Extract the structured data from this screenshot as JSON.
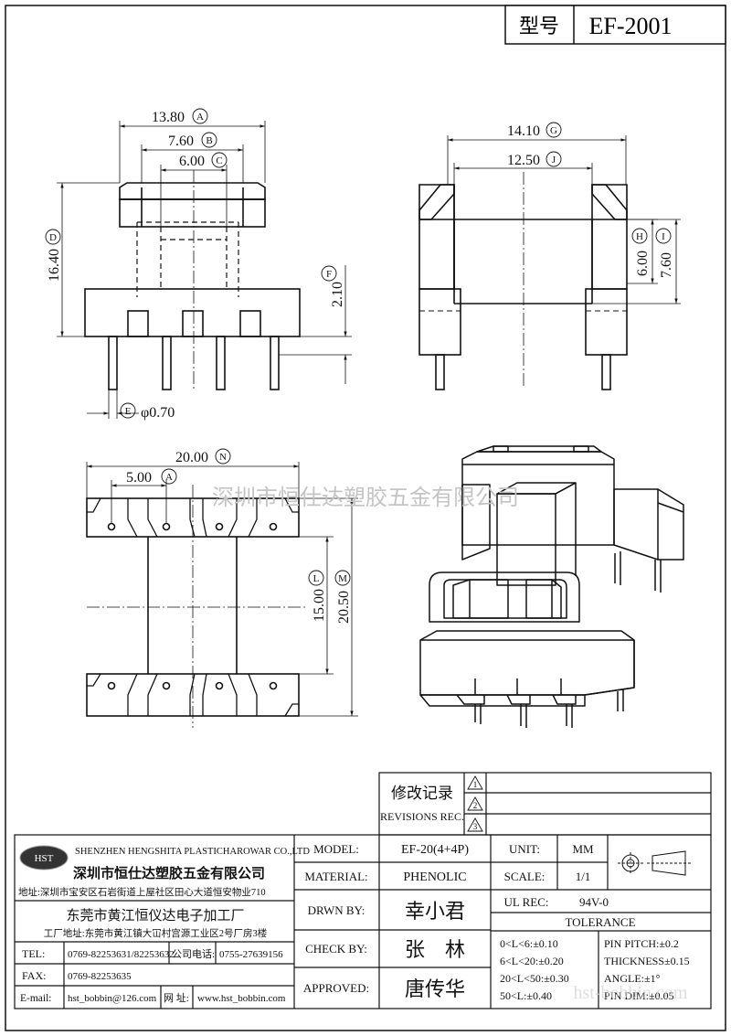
{
  "header": {
    "label": "型号",
    "part_number": "EF-2001"
  },
  "watermark": "深圳市恒仕达塑胶五金有限公司",
  "watermark_bottom": "hst-bobbin.com",
  "front_view": {
    "dim_a": "13.80",
    "tag_a": "A",
    "dim_b": "7.60",
    "tag_b": "B",
    "dim_c": "6.00",
    "tag_c": "C",
    "dim_d": "16.40",
    "tag_d": "D",
    "dim_f": "2.10",
    "tag_f": "F",
    "dim_e": "φ0.70",
    "tag_e": "E"
  },
  "side_view": {
    "dim_g": "14.10",
    "tag_g": "G",
    "dim_j": "12.50",
    "tag_j": "J",
    "dim_h": "6.00",
    "tag_h": "H",
    "dim_i": "7.60",
    "tag_i": "I"
  },
  "top_view": {
    "dim_n": "20.00",
    "tag_n": "N",
    "dim_a2": "5.00",
    "tag_a2": "A",
    "dim_l": "15.00",
    "tag_l": "L",
    "dim_m": "20.50",
    "tag_m": "M"
  },
  "revisions": {
    "title_cn": "修改记录",
    "title_en": "REVISIONS REC.",
    "marks": [
      "1",
      "2",
      "3"
    ]
  },
  "company": {
    "logo": "HST",
    "name_en": "SHENZHEN HENGSHITA PLASTICHAROWAR CO.,LTD",
    "name_cn": "深圳市恒仕达塑胶五金有限公司",
    "address": "地址:深圳市宝安区石岩街道上屋社区田心大道恒安物业710",
    "factory_name": "东莞市黄江恒仪达电子加工厂",
    "factory_address": "工厂地址:东莞市黄江镇大冚村宫源工业区2号厂房3楼",
    "tel_label": "TEL:",
    "tel": "0769-82253631/82253632",
    "co_tel_label": "公司电话:",
    "co_tel": "0755-27639156",
    "fax_label": "FAX:",
    "fax": "0769-82253635",
    "email_label": "E-mail:",
    "email": "hst_bobbin@126.com",
    "web_label": "网 址:",
    "web": "www.hst_bobbin.com"
  },
  "spec": {
    "model_label": "MODEL:",
    "model": "EF-20(4+4P)",
    "material_label": "MATERIAL:",
    "material": "PHENOLIC",
    "drawn_label": "DRWN BY:",
    "drawn": "幸小君",
    "check_label": "CHECK BY:",
    "check": "张　林",
    "approved_label": "APPROVED:",
    "approved": "唐传华",
    "unit_label": "UNIT:",
    "unit": "MM",
    "scale_label": "SCALE:",
    "scale": "1/1",
    "ul_label": "UL REC:",
    "ul": "94V-0",
    "tolerance_label": "TOLERANCE",
    "tol": [
      "0<L<6:±0.10",
      "6<L<20:±0.20",
      "20<L<50:±0.30",
      "50<L:±0.40"
    ],
    "tol_right": [
      "PIN PITCH:±0.2",
      "THICKNESS±0.15",
      "ANGLE:±1°",
      "PIN DIM:±0.05"
    ]
  }
}
